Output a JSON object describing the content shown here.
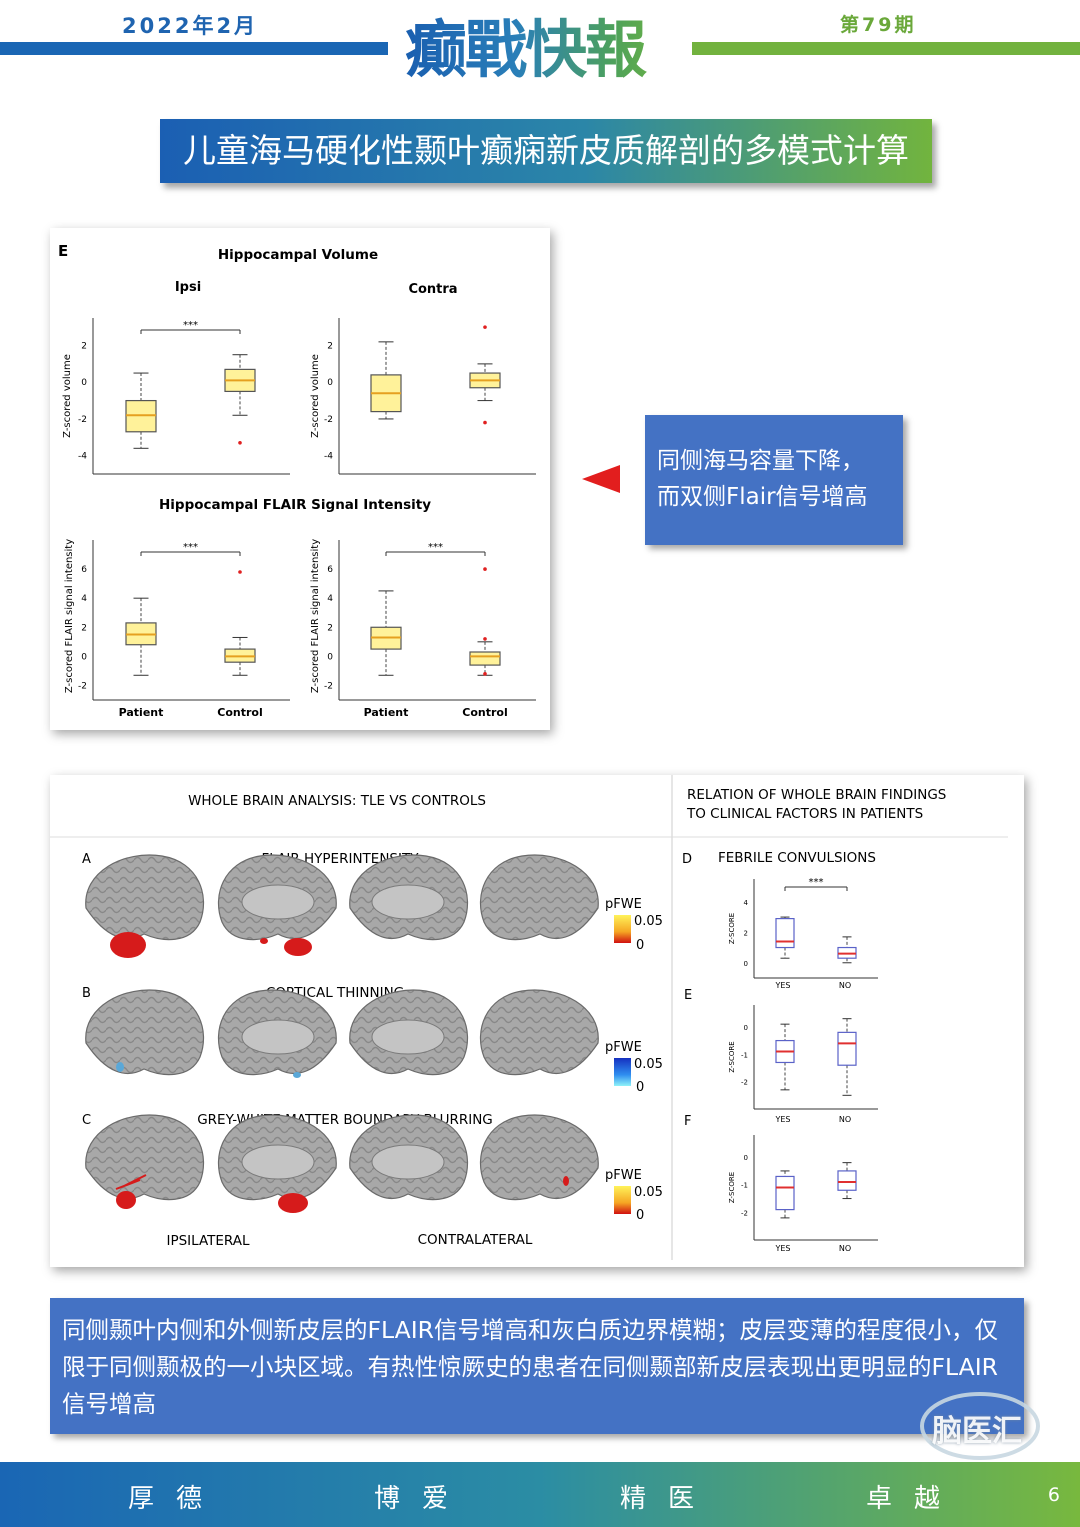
{
  "header": {
    "date": "2022年2月",
    "issue": "第79期",
    "masthead": "癫戰快報"
  },
  "title": "儿童海马硬化性颞叶癫痫新皮质解剖的多模式计算",
  "figE": {
    "panel": "E",
    "vol_title": "Hippocampal Volume",
    "flair_title": "Hippocampal FLAIR Signal Intensity",
    "ipsi": "Ipsi",
    "contra": "Contra",
    "ylabel_vol": "Z-scored volume",
    "ylabel_flair": "Z-scored FLAIR signal intensity",
    "sig": "***",
    "xcats": [
      "Patient",
      "Control"
    ]
  },
  "chart_data": [
    {
      "type": "box",
      "title": "Hippocampal Volume – Ipsi",
      "ylabel": "Z-scored volume",
      "categories": [
        "Patient",
        "Control"
      ],
      "yticks": [
        2,
        0,
        -2,
        -4
      ],
      "ylim": [
        -5,
        3.5
      ],
      "boxes": [
        {
          "min": -3.6,
          "q1": -2.7,
          "median": -1.8,
          "q3": -1.0,
          "max": 0.5,
          "outliers": []
        },
        {
          "min": -1.8,
          "q1": -0.5,
          "median": 0.1,
          "q3": 0.7,
          "max": 1.5,
          "outliers": [
            -3.3
          ]
        }
      ],
      "significance": "***"
    },
    {
      "type": "box",
      "title": "Hippocampal Volume – Contra",
      "ylabel": "Z-scored volume",
      "categories": [
        "Patient",
        "Control"
      ],
      "yticks": [
        2,
        0,
        -2,
        -4
      ],
      "ylim": [
        -5,
        3.5
      ],
      "boxes": [
        {
          "min": -2.0,
          "q1": -1.6,
          "median": -0.6,
          "q3": 0.4,
          "max": 2.2,
          "outliers": []
        },
        {
          "min": -1.0,
          "q1": -0.3,
          "median": 0.1,
          "q3": 0.5,
          "max": 1.0,
          "outliers": [
            3.0,
            -2.2
          ]
        }
      ],
      "significance": ""
    },
    {
      "type": "box",
      "title": "Hippocampal FLAIR Signal Intensity – Ipsi",
      "ylabel": "Z-scored FLAIR signal intensity",
      "categories": [
        "Patient",
        "Control"
      ],
      "yticks": [
        6,
        4,
        2,
        0,
        -2
      ],
      "ylim": [
        -3,
        8
      ],
      "boxes": [
        {
          "min": -1.3,
          "q1": 0.8,
          "median": 1.5,
          "q3": 2.3,
          "max": 4.0,
          "outliers": []
        },
        {
          "min": -1.3,
          "q1": -0.4,
          "median": 0.0,
          "q3": 0.5,
          "max": 1.3,
          "outliers": [
            5.8
          ]
        }
      ],
      "significance": "***"
    },
    {
      "type": "box",
      "title": "Hippocampal FLAIR Signal Intensity – Contra",
      "ylabel": "Z-scored FLAIR signal intensity",
      "categories": [
        "Patient",
        "Control"
      ],
      "yticks": [
        6,
        4,
        2,
        0,
        -2
      ],
      "ylim": [
        -3,
        8
      ],
      "boxes": [
        {
          "min": -1.3,
          "q1": 0.5,
          "median": 1.3,
          "q3": 2.0,
          "max": 4.5,
          "outliers": []
        },
        {
          "min": -1.3,
          "q1": -0.6,
          "median": 0.0,
          "q3": 0.3,
          "max": 1.0,
          "outliers": [
            6.0,
            1.2,
            -1.2
          ]
        }
      ],
      "significance": "***"
    },
    {
      "type": "box",
      "title": "FEBRILE CONVULSIONS",
      "ylabel": "Z-SCORE",
      "categories": [
        "YES",
        "NO"
      ],
      "yticks": [
        4,
        2,
        0
      ],
      "ylim": [
        -1,
        5.5
      ],
      "boxes": [
        {
          "min": 0.3,
          "q1": 1.0,
          "median": 1.4,
          "q3": 2.9,
          "max": 3.0,
          "outliers": []
        },
        {
          "min": 0.0,
          "q1": 0.3,
          "median": 0.6,
          "q3": 1.0,
          "max": 1.7,
          "outliers": []
        }
      ],
      "significance": "***"
    },
    {
      "type": "box",
      "title": "E",
      "ylabel": "Z-SCORE",
      "categories": [
        "YES",
        "NO"
      ],
      "yticks": [
        0,
        -1,
        -2
      ],
      "ylim": [
        -3,
        0.8
      ],
      "boxes": [
        {
          "min": -2.3,
          "q1": -1.3,
          "median": -0.9,
          "q3": -0.5,
          "max": 0.1,
          "outliers": []
        },
        {
          "min": -2.5,
          "q1": -1.4,
          "median": -0.6,
          "q3": -0.2,
          "max": 0.3,
          "outliers": []
        }
      ],
      "significance": ""
    },
    {
      "type": "box",
      "title": "F",
      "ylabel": "Z-SCORE",
      "categories": [
        "YES",
        "NO"
      ],
      "yticks": [
        0,
        -1,
        -2
      ],
      "ylim": [
        -3,
        0.8
      ],
      "boxes": [
        {
          "min": -2.2,
          "q1": -1.9,
          "median": -1.1,
          "q3": -0.7,
          "max": -0.5,
          "outliers": []
        },
        {
          "min": -1.5,
          "q1": -1.2,
          "median": -0.9,
          "q3": -0.5,
          "max": -0.2,
          "outliers": []
        }
      ],
      "significance": ""
    }
  ],
  "wb": {
    "left_title": "WHOLE BRAIN ANALYSIS: TLE VS CONTROLS",
    "right_title_1": "RELATION OF WHOLE BRAIN FINDINGS",
    "right_title_2": "TO CLINICAL FACTORS IN PATIENTS",
    "A": "A",
    "B": "B",
    "C": "C",
    "D": "D",
    "E": "E",
    "F": "F",
    "A_title": "FLAIR HYPERINTENSITY",
    "B_title": "CORTICAL THINNING",
    "C_title": "GREY-WHITE MATTER BOUNDARY BLURRING",
    "D_title": "FEBRILE CONVULSIONS",
    "pfwe": "pFWE",
    "p005": "0.05",
    "p0": "0",
    "ipsilateral": "IPSILATERAL",
    "contralateral": "CONTRALATERAL",
    "colors": {
      "hot": "#d61b1b",
      "cold": "#5aa8d8",
      "brain": "#a8a8a8"
    }
  },
  "callout": {
    "line1": "同侧海马容量下降，",
    "line2": "而双侧Flair信号增高"
  },
  "note": "同侧颞叶内侧和外侧新皮层的FLAIR信号增高和灰白质边界模糊；皮层变薄的程度很小，仅限于同侧颞极的一小块区域。有热性惊厥史的患者在同侧颞部新皮层表现出更明显的FLAIR信号增高",
  "footer": {
    "m1": "厚德",
    "m2": "博爱",
    "m3": "精医",
    "m4": "卓越",
    "page": "6"
  },
  "watermark": "脑医汇"
}
